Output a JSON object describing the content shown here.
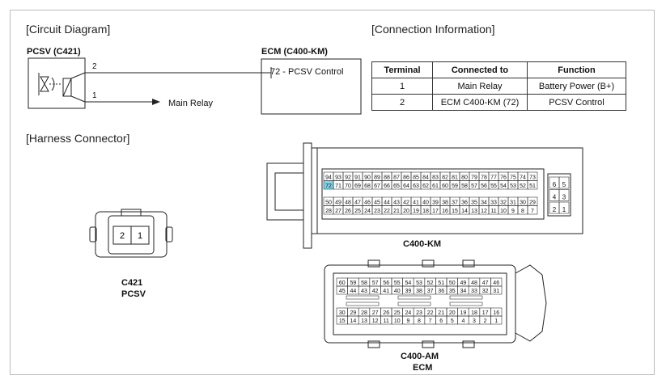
{
  "sections": {
    "circuit": "[Circuit Diagram]",
    "connection": "[Connection Information]",
    "harness": "[Harness Connector]"
  },
  "circuit": {
    "pcsv_label": "PCSV (C421)",
    "ecm_label": "ECM (C400-KM)",
    "pin_top": "2",
    "pin_bottom": "1",
    "ecm_pin": "72 - PCSV Control",
    "main_relay": "Main Relay"
  },
  "table": {
    "headers": [
      "Terminal",
      "Connected to",
      "Function"
    ],
    "rows": [
      [
        "1",
        "Main Relay",
        "Battery Power (B+)"
      ],
      [
        "2",
        "ECM C400-KM (72)",
        "PCSV Control"
      ]
    ]
  },
  "connectors": {
    "c421": {
      "pins": [
        "2",
        "1"
      ],
      "name": "C421",
      "desc": "PCSV"
    },
    "c400km": {
      "name": "C400-KM",
      "top_rows": [
        [
          "94",
          "93",
          "92",
          "91",
          "90",
          "89",
          "88",
          "87",
          "86",
          "85",
          "84",
          "83",
          "82",
          "81",
          "80",
          "79",
          "78",
          "77",
          "76",
          "75",
          "74",
          "73"
        ],
        [
          "72",
          "71",
          "70",
          "69",
          "68",
          "67",
          "66",
          "65",
          "64",
          "63",
          "62",
          "61",
          "60",
          "59",
          "58",
          "57",
          "56",
          "55",
          "54",
          "53",
          "52",
          "51"
        ]
      ],
      "bottom_rows": [
        [
          "50",
          "49",
          "48",
          "47",
          "46",
          "45",
          "44",
          "43",
          "42",
          "41",
          "40",
          "39",
          "38",
          "37",
          "36",
          "35",
          "34",
          "33",
          "32",
          "31",
          "30",
          "29"
        ],
        [
          "28",
          "27",
          "26",
          "25",
          "24",
          "23",
          "22",
          "21",
          "20",
          "19",
          "18",
          "17",
          "16",
          "15",
          "14",
          "13",
          "12",
          "11",
          "10",
          "9",
          "8",
          "7"
        ]
      ],
      "side_pins": [
        [
          "6",
          "5"
        ],
        [
          "4",
          "3"
        ],
        [
          "2",
          "1"
        ]
      ],
      "highlight_pin": "72",
      "highlight_color": "#7fd6e8"
    },
    "c400am": {
      "name": "C400-AM",
      "desc": "ECM",
      "top_rows": [
        [
          "60",
          "59",
          "58",
          "57",
          "56",
          "55",
          "54",
          "53",
          "52",
          "51",
          "50",
          "49",
          "48",
          "47",
          "46"
        ],
        [
          "45",
          "44",
          "43",
          "42",
          "41",
          "40",
          "39",
          "38",
          "37",
          "36",
          "35",
          "34",
          "33",
          "32",
          "31"
        ]
      ],
      "bottom_rows": [
        [
          "30",
          "29",
          "28",
          "27",
          "26",
          "25",
          "24",
          "23",
          "22",
          "21",
          "20",
          "19",
          "18",
          "17",
          "16"
        ],
        [
          "15",
          "14",
          "13",
          "12",
          "11",
          "10",
          "9",
          "8",
          "7",
          "6",
          "5",
          "4",
          "3",
          "2",
          "1"
        ]
      ]
    }
  }
}
